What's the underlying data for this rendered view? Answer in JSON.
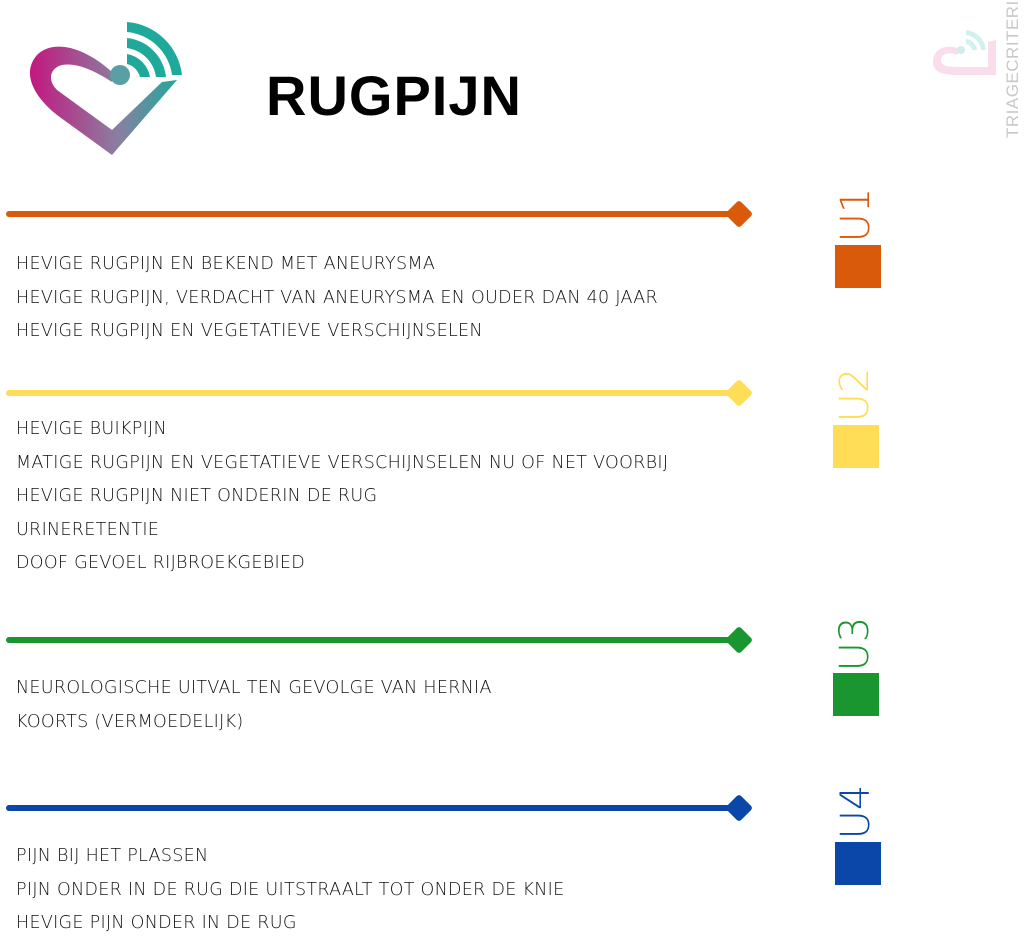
{
  "title": "RUGPIJN",
  "watermark": "TRIAGECRITERIA",
  "sections": [
    {
      "label": "U1",
      "color": "#d95a0b",
      "items": [
        "HEVIGE RUGPIJN EN BEKEND MET ANEURYSMA",
        "HEVIGE RUGPIJN, VERDACHT VAN ANEURYSMA EN OUDER DAN 40 JAAR",
        "HEVIGE RUGPIJN EN VEGETATIEVE VERSCHIJNSELEN"
      ]
    },
    {
      "label": "U2",
      "color": "#ffdd57",
      "items": [
        "HEVIGE BUIKPIJN",
        "MATIGE RUGPIJN EN VEGETATIEVE VERSCHIJNSELEN NU OF NET VOORBIJ",
        "HEVIGE RUGPIJN NIET ONDERIN DE RUG",
        "URINERETENTIE",
        "DOOF GEVOEL RIJBROEKGEBIED"
      ]
    },
    {
      "label": "U3",
      "color": "#1a9630",
      "items": [
        "NEUROLOGISCHE UITVAL TEN GEVOLGE VAN HERNIA",
        "KOORTS (VERMOEDELIJK)"
      ]
    },
    {
      "label": "U4",
      "color": "#0a47a9",
      "items": [
        "PIJN BIJ HET PLASSEN",
        "PIJN ONDER IN DE RUG DIE UITSTRAALT TOT ONDER DE KNIE",
        "HEVIGE PIJN ONDER IN DE RUG"
      ]
    }
  ]
}
